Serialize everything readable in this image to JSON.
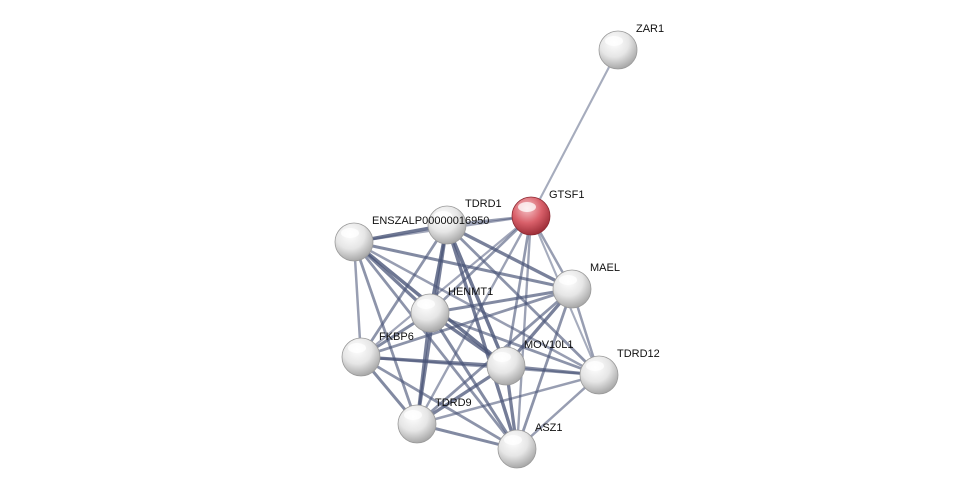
{
  "network": {
    "colors": {
      "edge": "#4a5578",
      "node_default": "#e8e8e8",
      "node_query": "#d9606a"
    },
    "nodes": [
      {
        "id": "ZAR1",
        "label": "ZAR1",
        "query": false
      },
      {
        "id": "GTSF1",
        "label": "GTSF1",
        "query": true
      },
      {
        "id": "TDRD1",
        "label": "TDRD1",
        "query": false
      },
      {
        "id": "ENSZALP",
        "label": "ENSZALP00000016950",
        "query": false
      },
      {
        "id": "MAEL",
        "label": "MAEL",
        "query": false
      },
      {
        "id": "HENMT1",
        "label": "HENMT1",
        "query": false
      },
      {
        "id": "FKBP6",
        "label": "FKBP6",
        "query": false
      },
      {
        "id": "MOV10L1",
        "label": "MOV10L1",
        "query": false
      },
      {
        "id": "TDRD12",
        "label": "TDRD12",
        "query": false
      },
      {
        "id": "TDRD9",
        "label": "TDRD9",
        "query": false
      },
      {
        "id": "ASZ1",
        "label": "ASZ1",
        "query": false
      }
    ],
    "edges": [
      {
        "source": "ZAR1",
        "target": "GTSF1",
        "strength": 0.35
      },
      {
        "source": "GTSF1",
        "target": "TDRD1",
        "strength": 0.5
      },
      {
        "source": "GTSF1",
        "target": "ENSZALP",
        "strength": 0.4
      },
      {
        "source": "GTSF1",
        "target": "MAEL",
        "strength": 0.5
      },
      {
        "source": "GTSF1",
        "target": "HENMT1",
        "strength": 0.55
      },
      {
        "source": "GTSF1",
        "target": "FKBP6",
        "strength": 0.4
      },
      {
        "source": "GTSF1",
        "target": "MOV10L1",
        "strength": 0.55
      },
      {
        "source": "GTSF1",
        "target": "TDRD12",
        "strength": 0.35
      },
      {
        "source": "GTSF1",
        "target": "TDRD9",
        "strength": 0.45
      },
      {
        "source": "GTSF1",
        "target": "ASZ1",
        "strength": 0.45
      },
      {
        "source": "TDRD1",
        "target": "ENSZALP",
        "strength": 0.9
      },
      {
        "source": "TDRD1",
        "target": "MAEL",
        "strength": 0.8
      },
      {
        "source": "TDRD1",
        "target": "HENMT1",
        "strength": 0.9
      },
      {
        "source": "TDRD1",
        "target": "FKBP6",
        "strength": 0.6
      },
      {
        "source": "TDRD1",
        "target": "MOV10L1",
        "strength": 0.9
      },
      {
        "source": "TDRD1",
        "target": "TDRD12",
        "strength": 0.6
      },
      {
        "source": "TDRD1",
        "target": "TDRD9",
        "strength": 0.8
      },
      {
        "source": "TDRD1",
        "target": "ASZ1",
        "strength": 0.85
      },
      {
        "source": "ENSZALP",
        "target": "MAEL",
        "strength": 0.7
      },
      {
        "source": "ENSZALP",
        "target": "HENMT1",
        "strength": 0.8
      },
      {
        "source": "ENSZALP",
        "target": "FKBP6",
        "strength": 0.5
      },
      {
        "source": "ENSZALP",
        "target": "MOV10L1",
        "strength": 0.9
      },
      {
        "source": "ENSZALP",
        "target": "TDRD12",
        "strength": 0.5
      },
      {
        "source": "ENSZALP",
        "target": "TDRD9",
        "strength": 0.6
      },
      {
        "source": "ENSZALP",
        "target": "ASZ1",
        "strength": 0.6
      },
      {
        "source": "MAEL",
        "target": "HENMT1",
        "strength": 0.7
      },
      {
        "source": "MAEL",
        "target": "FKBP6",
        "strength": 0.6
      },
      {
        "source": "MAEL",
        "target": "MOV10L1",
        "strength": 0.8
      },
      {
        "source": "MAEL",
        "target": "TDRD12",
        "strength": 0.5
      },
      {
        "source": "MAEL",
        "target": "TDRD9",
        "strength": 0.6
      },
      {
        "source": "MAEL",
        "target": "ASZ1",
        "strength": 0.6
      },
      {
        "source": "HENMT1",
        "target": "FKBP6",
        "strength": 0.7
      },
      {
        "source": "HENMT1",
        "target": "MOV10L1",
        "strength": 0.85
      },
      {
        "source": "HENMT1",
        "target": "TDRD12",
        "strength": 0.6
      },
      {
        "source": "HENMT1",
        "target": "TDRD9",
        "strength": 0.8
      },
      {
        "source": "HENMT1",
        "target": "ASZ1",
        "strength": 0.7
      },
      {
        "source": "FKBP6",
        "target": "MOV10L1",
        "strength": 0.8
      },
      {
        "source": "FKBP6",
        "target": "TDRD12",
        "strength": 0.5
      },
      {
        "source": "FKBP6",
        "target": "TDRD9",
        "strength": 0.7
      },
      {
        "source": "FKBP6",
        "target": "ASZ1",
        "strength": 0.6
      },
      {
        "source": "MOV10L1",
        "target": "TDRD12",
        "strength": 0.7
      },
      {
        "source": "MOV10L1",
        "target": "TDRD9",
        "strength": 0.8
      },
      {
        "source": "MOV10L1",
        "target": "ASZ1",
        "strength": 0.8
      },
      {
        "source": "TDRD12",
        "target": "TDRD9",
        "strength": 0.5
      },
      {
        "source": "TDRD12",
        "target": "ASZ1",
        "strength": 0.5
      },
      {
        "source": "TDRD9",
        "target": "ASZ1",
        "strength": 0.7
      }
    ]
  }
}
